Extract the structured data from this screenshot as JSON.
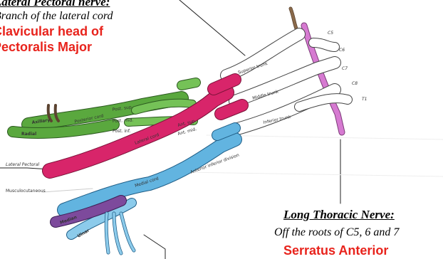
{
  "annotations": {
    "lateral_pectoral": {
      "title": "Lateral Pectoral nerve:",
      "desc": "Branch of the lateral cord",
      "muscle_line1": "Clavicular head of",
      "muscle_line2": "Pectoralis Major"
    },
    "long_thoracic": {
      "title": "Long Thoracic Nerve:",
      "desc": "Off the roots of C5, 6 and 7",
      "muscle": "Serratus Anterior"
    }
  },
  "drawing_labels": {
    "roots": [
      "C5",
      "C6",
      "C7",
      "C8",
      "T1"
    ],
    "trunks": [
      "Superior trunk",
      "Middle trunk",
      "Inferior trunk"
    ],
    "cords": [
      "Lateral cord",
      "Medial cord",
      "Posterior cord"
    ],
    "divisions": [
      "Ant. sup.",
      "Ant. mid.",
      "Post. sup.",
      "Post. mid.",
      "Post. inf.",
      "Anterior inferior division"
    ],
    "nerves": [
      "Axillary",
      "Radial",
      "Median",
      "Ulnar",
      "Musculocutaneous",
      "Lateral Pectoral"
    ]
  },
  "colors": {
    "annotation_red": "#e8231c",
    "posterior_green": "#5aa83e",
    "lateral_pink": "#d8256a",
    "medial_blue": "#62b4e0",
    "median_purple": "#7d4a9c",
    "long_thoracic_pink": "#d67ad1",
    "nerve_stub_brown": "#8a6a4a"
  }
}
